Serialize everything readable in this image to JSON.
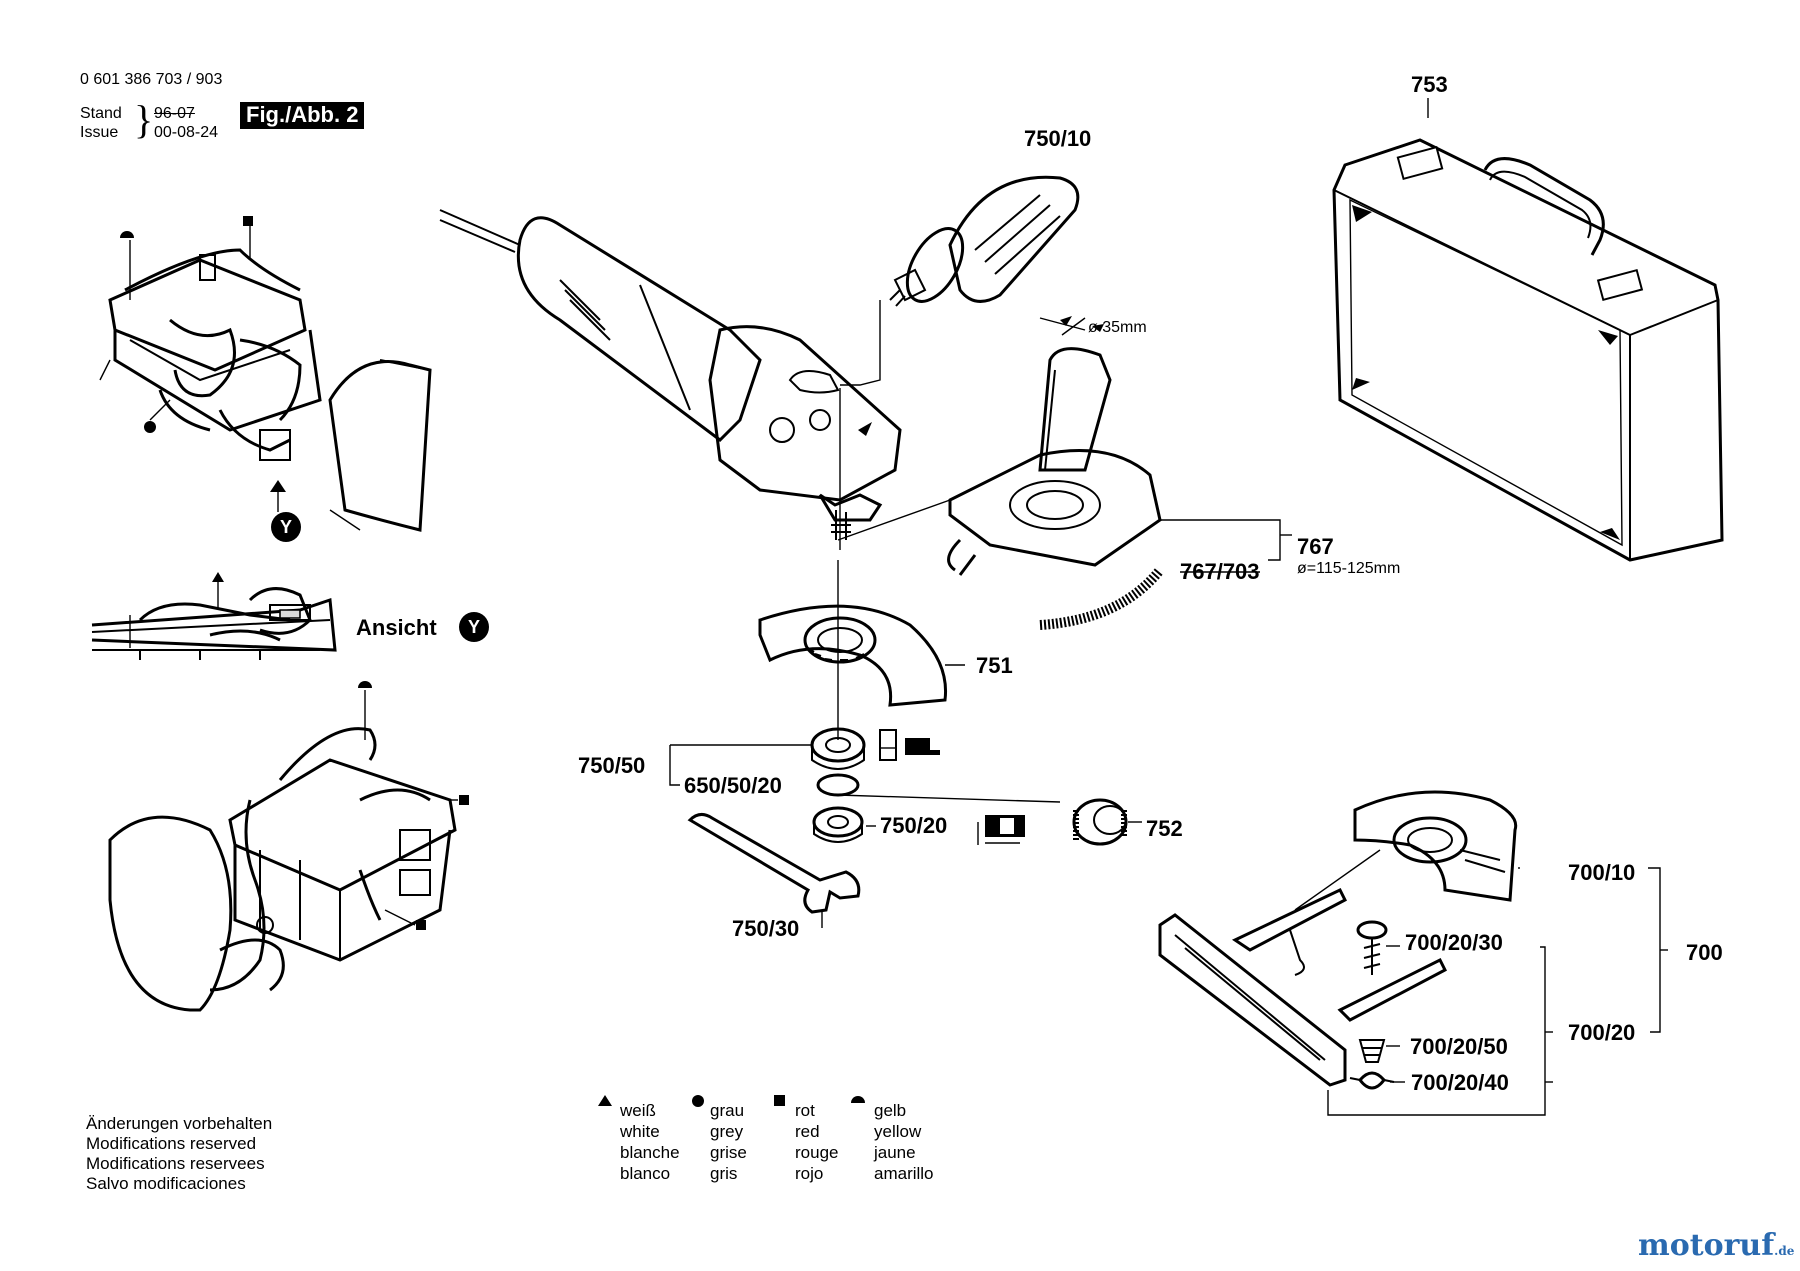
{
  "header": {
    "part_number": "0 601 386 703 / 903",
    "stand_label": "Stand",
    "issue_label": "Issue",
    "stand_old_date": "96-07",
    "issue_date": "00-08-24",
    "figure_label": "Fig./Abb. 2"
  },
  "view": {
    "ansicht_label": "Ansicht",
    "marker": "Y"
  },
  "dimensions": {
    "hose_diameter": "ø 35mm",
    "disc_range": "ø=115-125mm"
  },
  "part_labels": {
    "p753": "753",
    "p750_10": "750/10",
    "p767": "767",
    "p767_703": "767/703",
    "p751": "751",
    "p750_50": "750/50",
    "p650_50_20": "650/50/20",
    "p750_20": "750/20",
    "p752": "752",
    "p750_30": "750/30",
    "p700_10": "700/10",
    "p700": "700",
    "p700_20_30": "700/20/30",
    "p700_20_50": "700/20/50",
    "p700_20": "700/20",
    "p700_20_40": "700/20/40"
  },
  "notes": [
    "Änderungen vorbehalten",
    "Modifications reserved",
    "Modifications reservees",
    "Salvo modificaciones"
  ],
  "legend": [
    {
      "symbol": "triangle-icon",
      "lines": [
        "weiß",
        "white",
        "blanche",
        "blanco"
      ]
    },
    {
      "symbol": "circle-icon",
      "lines": [
        "grau",
        "grey",
        "grise",
        "gris"
      ]
    },
    {
      "symbol": "square-icon",
      "lines": [
        "rot",
        "red",
        "rouge",
        "rojo"
      ]
    },
    {
      "symbol": "half-circle-icon",
      "lines": [
        "gelb",
        "yellow",
        "jaune",
        "amarillo"
      ]
    }
  ],
  "watermark": {
    "brand": "motoruf",
    "suffix": ".de"
  }
}
